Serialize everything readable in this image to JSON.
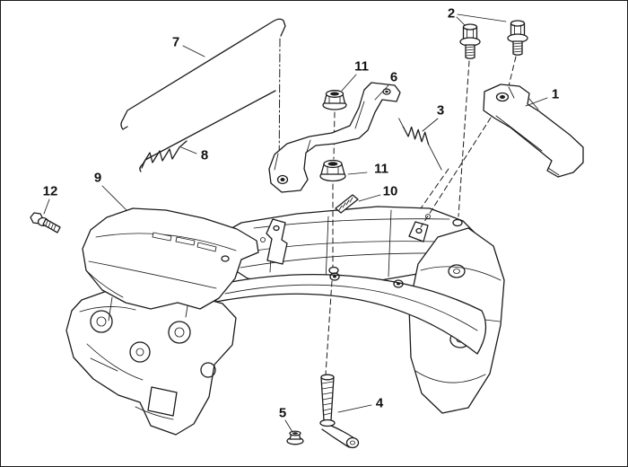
{
  "figure": {
    "kind": "exploded-parts-diagram",
    "description": "Exploded line-art view of engine linkage, springs, brackets, fasteners and cover with numbered callouts",
    "background": "#ffffff",
    "line_color": "#1b1b1b",
    "label_color": "#111111",
    "border_color": "#1b1b1b"
  },
  "callouts": [
    {
      "id": "callout-1",
      "label": "1",
      "part": "lever-bracket"
    },
    {
      "id": "callout-2",
      "label": "2",
      "part": "flange-bolts"
    },
    {
      "id": "callout-3",
      "label": "3",
      "part": "return-spring"
    },
    {
      "id": "callout-4",
      "label": "4",
      "part": "pivot-bolt"
    },
    {
      "id": "callout-5",
      "label": "5",
      "part": "flange-nut"
    },
    {
      "id": "callout-6",
      "label": "6",
      "part": "support-bracket"
    },
    {
      "id": "callout-7",
      "label": "7",
      "part": "link-rod"
    },
    {
      "id": "callout-8",
      "label": "8",
      "part": "tension-spring"
    },
    {
      "id": "callout-9",
      "label": "9",
      "part": "cover-shield"
    },
    {
      "id": "callout-10",
      "label": "10",
      "part": "threaded-pin"
    },
    {
      "id": "callout-11a",
      "label": "11",
      "part": "lock-nut-upper"
    },
    {
      "id": "callout-11b",
      "label": "11",
      "part": "lock-nut-lower"
    },
    {
      "id": "callout-12",
      "label": "12",
      "part": "small-bolt"
    }
  ]
}
